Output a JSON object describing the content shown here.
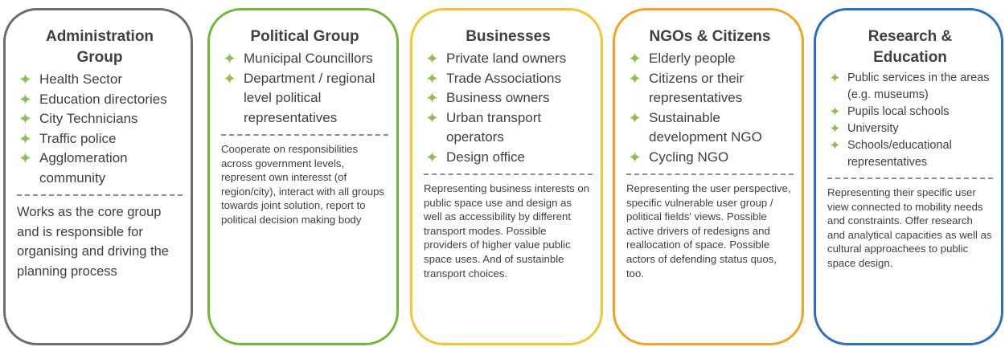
{
  "colors": {
    "administration": "#6d6d6d",
    "political": "#6fb83a",
    "businesses": "#f4c434",
    "ngos": "#f2a324",
    "research": "#2a6fc2",
    "bullet": "#7fb34a"
  },
  "bullet_icon": "green-leaf-icon",
  "groups": [
    {
      "title": "Administration Group",
      "items": [
        "Health Sector",
        "Education directories",
        "City Technicians",
        "Traffic police",
        "Agglomeration community"
      ],
      "description": "Works as the core group and is responsible for organising and driving the planning process"
    },
    {
      "title": "Political Group",
      "items": [
        "Municipal Councillors",
        "Department / regional level political representatives"
      ],
      "description": "Cooperate on responsibilities across government levels, represent own interesst (of region/city), interact with all groups towards joint solution, report to political decision making body"
    },
    {
      "title": "Businesses",
      "items": [
        "Private land owners",
        "Trade Associations",
        "Business owners",
        "Urban transport operators",
        "Design office"
      ],
      "description": "Representing business interests on public space use and design as well as accessibility by different transport modes. Possible providers of higher value public space uses. And of sustainble transport choices."
    },
    {
      "title": "NGOs & Citizens",
      "items": [
        "Elderly people",
        "Citizens or their representatives",
        "Sustainable development NGO",
        "Cycling NGO"
      ],
      "description": "Representing the user perspective, specific vulnerable user group / political fields' views. Possible active drivers of redesigns and reallocation of space. Possible actors of defending status quos, too."
    },
    {
      "title": "Research & Education",
      "items": [
        "Public services in the areas (e.g. museums)",
        "Pupils local schools",
        "University",
        "Schools/educational representatives"
      ],
      "description": "Representing their specific user view connected to mobility needs and constraints. Offer research and analytical capacities as well as cultural approachees to public space design."
    }
  ]
}
